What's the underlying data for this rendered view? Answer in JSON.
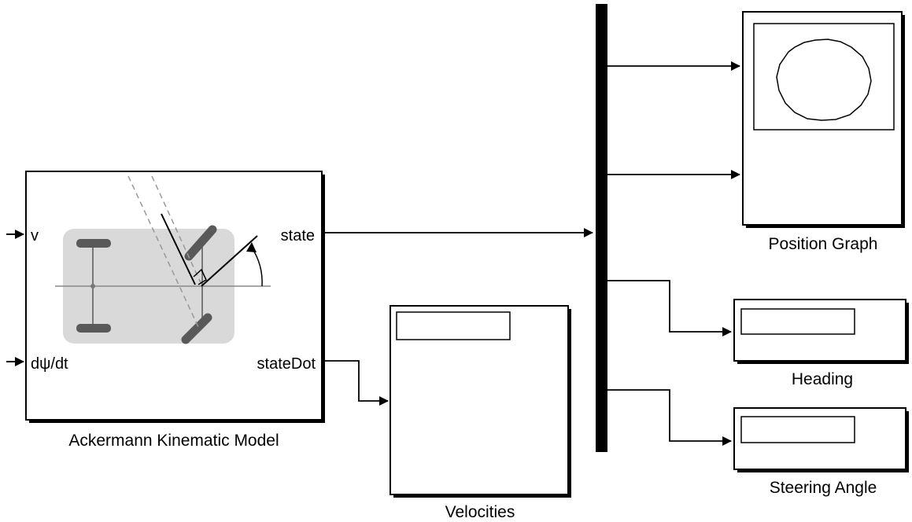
{
  "blocks": {
    "ackermann": {
      "title": "Ackermann Kinematic Model",
      "ports": {
        "in_v": "v",
        "in_dpsi": "dψ/dt",
        "out_state": "state",
        "out_statedot": "stateDot"
      }
    },
    "velocities": {
      "title": "Velocities"
    },
    "position_graph": {
      "title": "Position Graph"
    },
    "heading": {
      "title": "Heading"
    },
    "steering_angle": {
      "title": "Steering Angle"
    }
  },
  "colors": {
    "line": "#000000",
    "block_border": "#000000",
    "car_body": "#d9d9d9",
    "wheel": "#595959"
  }
}
